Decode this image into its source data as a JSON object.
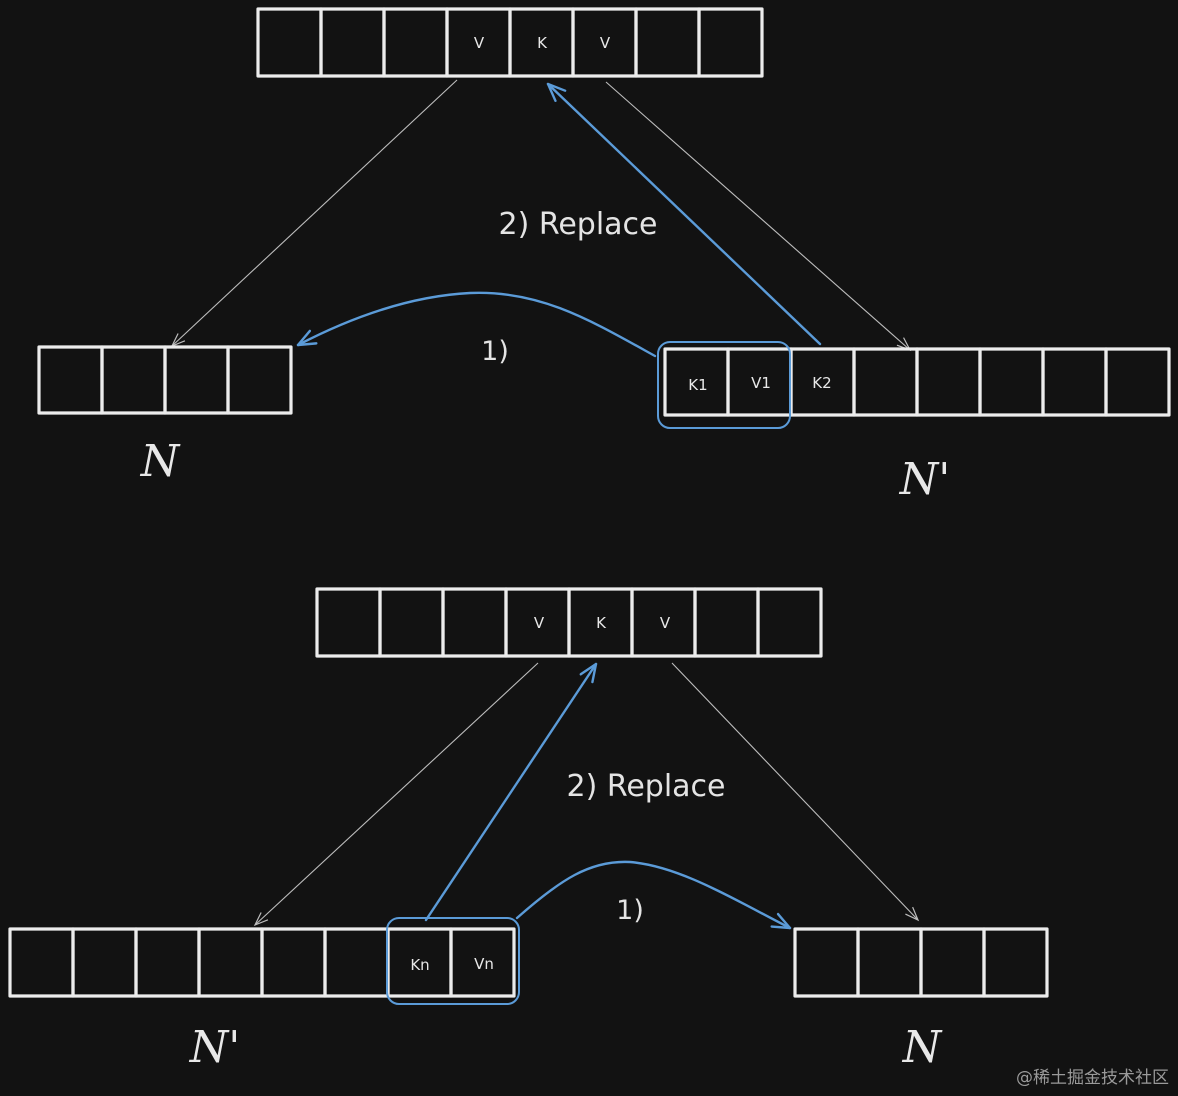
{
  "top_scenario": {
    "parent_cells": [
      "",
      "",
      "",
      "V",
      "K",
      "V",
      "",
      ""
    ],
    "left_node_cells": [
      "",
      "",
      "",
      ""
    ],
    "right_node_cells": [
      "K1",
      "V1",
      "K2",
      "",
      "",
      "",
      "",
      "",
      ""
    ],
    "step1_label": "1)",
    "step2_label": "2) Replace",
    "left_node_label": "N",
    "right_node_label": "N'"
  },
  "bottom_scenario": {
    "parent_cells": [
      "",
      "",
      "",
      "V",
      "K",
      "V",
      "",
      ""
    ],
    "left_node_cells": [
      "",
      "",
      "",
      "",
      "",
      "",
      "Kn",
      "Vn"
    ],
    "right_node_cells": [
      "",
      "",
      "",
      ""
    ],
    "step1_label": "1)",
    "step2_label": "2) Replace",
    "left_node_label": "N'",
    "right_node_label": "N"
  },
  "colors": {
    "background": "#121212",
    "cell_stroke": "#ececec",
    "pointer_line": "#bdbdbd",
    "highlight_blue": "#5b9bd8"
  },
  "watermark": "@稀土掘金技术社区"
}
